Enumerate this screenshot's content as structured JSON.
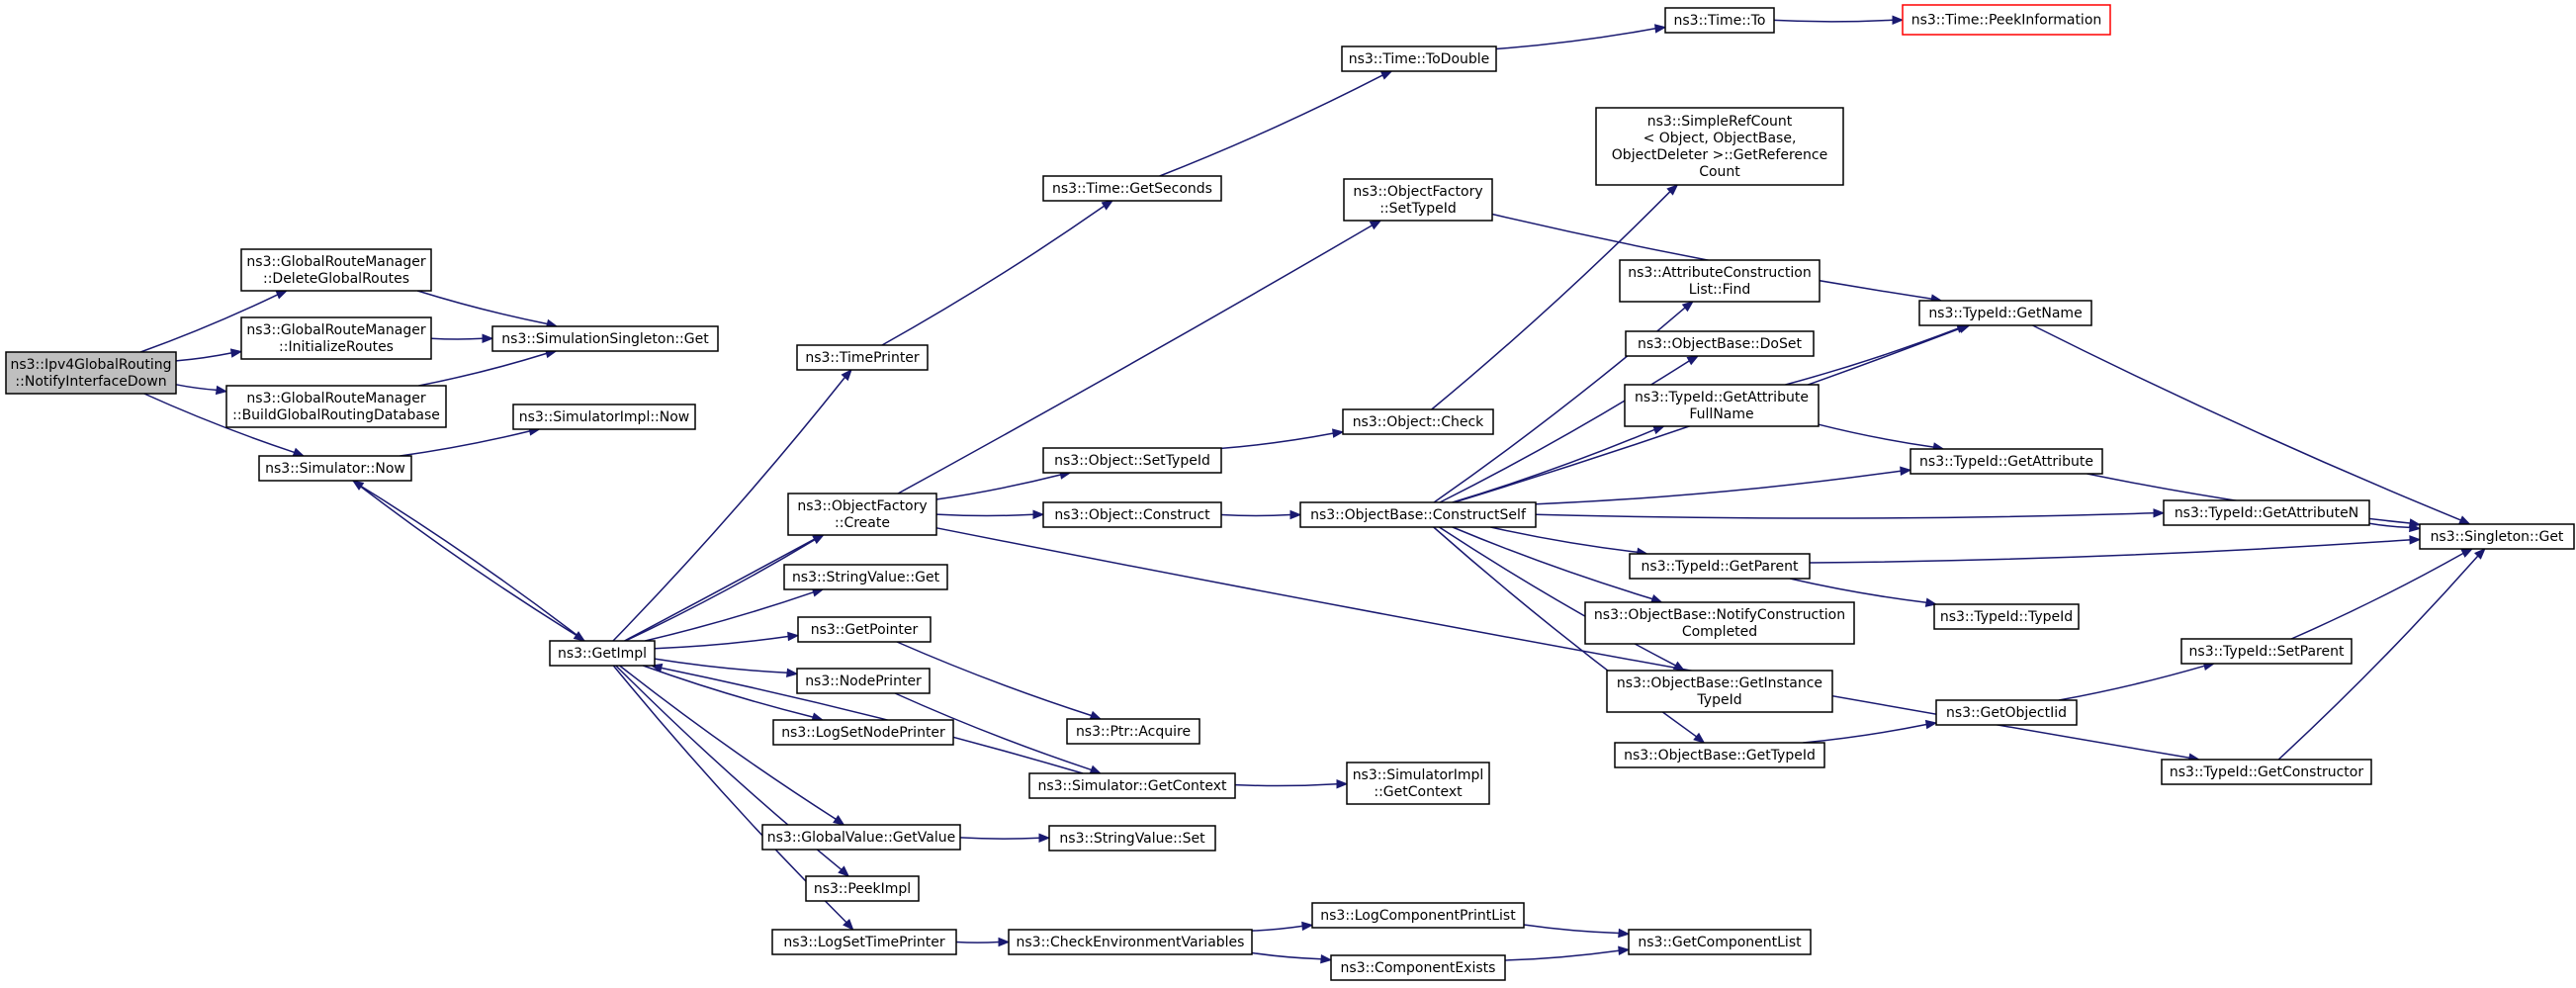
{
  "colors": {
    "edge": "#191970",
    "node_border": "#000000",
    "root_fill": "#bfbfbf",
    "missing_border": "#ff0000",
    "background": "#ffffff"
  },
  "nodes": [
    {
      "id": "root",
      "lines": [
        "ns3::Ipv4GlobalRouting",
        "::NotifyInterfaceDown"
      ],
      "style": "root"
    },
    {
      "id": "deleteGlobalRoutes",
      "lines": [
        "ns3::GlobalRouteManager",
        "::DeleteGlobalRoutes"
      ]
    },
    {
      "id": "initializeRoutes",
      "lines": [
        "ns3::GlobalRouteManager",
        "::InitializeRoutes"
      ]
    },
    {
      "id": "buildGlobalRoutingDatabase",
      "lines": [
        "ns3::GlobalRouteManager",
        "::BuildGlobalRoutingDatabase"
      ]
    },
    {
      "id": "simulatorNow",
      "lines": [
        "ns3::Simulator::Now"
      ]
    },
    {
      "id": "simSingletonGet",
      "lines": [
        "ns3::SimulationSingleton::Get"
      ]
    },
    {
      "id": "simImplNow",
      "lines": [
        "ns3::SimulatorImpl::Now"
      ]
    },
    {
      "id": "getImpl",
      "lines": [
        "ns3::GetImpl"
      ]
    },
    {
      "id": "timePrinter",
      "lines": [
        "ns3::TimePrinter"
      ]
    },
    {
      "id": "objectFactoryCreate",
      "lines": [
        "ns3::ObjectFactory",
        "::Create"
      ]
    },
    {
      "id": "stringValueGet",
      "lines": [
        "ns3::StringValue::Get"
      ]
    },
    {
      "id": "getPointer",
      "lines": [
        "ns3::GetPointer"
      ]
    },
    {
      "id": "nodePrinter",
      "lines": [
        "ns3::NodePrinter"
      ]
    },
    {
      "id": "logSetNodePrinter",
      "lines": [
        "ns3::LogSetNodePrinter"
      ]
    },
    {
      "id": "globalValueGetValue",
      "lines": [
        "ns3::GlobalValue::GetValue"
      ]
    },
    {
      "id": "peekImpl",
      "lines": [
        "ns3::PeekImpl"
      ]
    },
    {
      "id": "logSetTimePrinter",
      "lines": [
        "ns3::LogSetTimePrinter"
      ]
    },
    {
      "id": "timeGetSeconds",
      "lines": [
        "ns3::Time::GetSeconds"
      ]
    },
    {
      "id": "objectSetTypeId",
      "lines": [
        "ns3::Object::SetTypeId"
      ]
    },
    {
      "id": "objectConstruct",
      "lines": [
        "ns3::Object::Construct"
      ]
    },
    {
      "id": "ptrAcquire",
      "lines": [
        "ns3::Ptr::Acquire"
      ]
    },
    {
      "id": "simulatorGetContext",
      "lines": [
        "ns3::Simulator::GetContext"
      ]
    },
    {
      "id": "stringValueSet",
      "lines": [
        "ns3::StringValue::Set"
      ]
    },
    {
      "id": "checkEnvVars",
      "lines": [
        "ns3::CheckEnvironmentVariables"
      ]
    },
    {
      "id": "timeToDouble",
      "lines": [
        "ns3::Time::ToDouble"
      ]
    },
    {
      "id": "objectFactorySetTypeId",
      "lines": [
        "ns3::ObjectFactory",
        "::SetTypeId"
      ]
    },
    {
      "id": "objectCheck",
      "lines": [
        "ns3::Object::Check"
      ]
    },
    {
      "id": "constructSelf",
      "lines": [
        "ns3::ObjectBase::ConstructSelf"
      ]
    },
    {
      "id": "simImplGetContext",
      "lines": [
        "ns3::SimulatorImpl",
        "::GetContext"
      ]
    },
    {
      "id": "logComponentPrintList",
      "lines": [
        "ns3::LogComponentPrintList"
      ]
    },
    {
      "id": "componentExists",
      "lines": [
        "ns3::ComponentExists"
      ]
    },
    {
      "id": "timeTo",
      "lines": [
        "ns3::Time::To"
      ]
    },
    {
      "id": "simpleRefCount",
      "lines": [
        "ns3::SimpleRefCount",
        "< Object, ObjectBase,",
        " ObjectDeleter >::GetReference",
        "Count"
      ]
    },
    {
      "id": "attrConstructionListFind",
      "lines": [
        "ns3::AttributeConstruction",
        "List::Find"
      ]
    },
    {
      "id": "objectBaseDoSet",
      "lines": [
        "ns3::ObjectBase::DoSet"
      ]
    },
    {
      "id": "typeIdGetAttributeFullName",
      "lines": [
        "ns3::TypeId::GetAttribute",
        "FullName"
      ]
    },
    {
      "id": "typeIdGetParent",
      "lines": [
        "ns3::TypeId::GetParent"
      ]
    },
    {
      "id": "notifyConstructionCompleted",
      "lines": [
        "ns3::ObjectBase::NotifyConstruction",
        "Completed"
      ]
    },
    {
      "id": "getInstanceTypeId",
      "lines": [
        "ns3::ObjectBase::GetInstance",
        "TypeId"
      ]
    },
    {
      "id": "objectBaseGetTypeId",
      "lines": [
        "ns3::ObjectBase::GetTypeId"
      ]
    },
    {
      "id": "getComponentList",
      "lines": [
        "ns3::GetComponentList"
      ]
    },
    {
      "id": "timePeekInformation",
      "lines": [
        "ns3::Time::PeekInformation"
      ],
      "style": "missing"
    },
    {
      "id": "typeIdGetName",
      "lines": [
        "ns3::TypeId::GetName"
      ]
    },
    {
      "id": "typeIdGetAttribute",
      "lines": [
        "ns3::TypeId::GetAttribute"
      ]
    },
    {
      "id": "typeIdTypeId",
      "lines": [
        "ns3::TypeId::TypeId"
      ]
    },
    {
      "id": "getObjectIid",
      "lines": [
        "ns3::GetObjectIid"
      ]
    },
    {
      "id": "typeIdGetAttributeN",
      "lines": [
        "ns3::TypeId::GetAttributeN"
      ]
    },
    {
      "id": "typeIdSetParent",
      "lines": [
        "ns3::TypeId::SetParent"
      ]
    },
    {
      "id": "typeIdGetConstructor",
      "lines": [
        "ns3::TypeId::GetConstructor"
      ]
    },
    {
      "id": "singletonGet",
      "lines": [
        "ns3::Singleton::Get"
      ]
    }
  ],
  "edges": [
    [
      "root",
      "deleteGlobalRoutes"
    ],
    [
      "root",
      "initializeRoutes"
    ],
    [
      "root",
      "buildGlobalRoutingDatabase"
    ],
    [
      "root",
      "simulatorNow"
    ],
    [
      "deleteGlobalRoutes",
      "simSingletonGet"
    ],
    [
      "initializeRoutes",
      "simSingletonGet"
    ],
    [
      "buildGlobalRoutingDatabase",
      "simSingletonGet"
    ],
    [
      "simulatorNow",
      "simImplNow"
    ],
    [
      "simulatorNow",
      "getImpl"
    ],
    [
      "getImpl",
      "simulatorNow"
    ],
    [
      "getImpl",
      "timePrinter"
    ],
    [
      "getImpl",
      "objectFactoryCreate"
    ],
    [
      "getImpl",
      "stringValueGet"
    ],
    [
      "getImpl",
      "getPointer"
    ],
    [
      "getImpl",
      "nodePrinter"
    ],
    [
      "getImpl",
      "logSetNodePrinter"
    ],
    [
      "getImpl",
      "globalValueGetValue"
    ],
    [
      "getImpl",
      "peekImpl"
    ],
    [
      "getImpl",
      "logSetTimePrinter"
    ],
    [
      "getImpl",
      "objectFactorySetTypeId"
    ],
    [
      "timePrinter",
      "timeGetSeconds"
    ],
    [
      "timeGetSeconds",
      "timeToDouble"
    ],
    [
      "timeToDouble",
      "timeTo"
    ],
    [
      "timeTo",
      "timePeekInformation"
    ],
    [
      "objectFactorySetTypeId",
      "typeIdGetName"
    ],
    [
      "objectFactoryCreate",
      "objectSetTypeId"
    ],
    [
      "objectFactoryCreate",
      "objectConstruct"
    ],
    [
      "objectFactoryCreate",
      "typeIdGetConstructor"
    ],
    [
      "objectSetTypeId",
      "objectCheck"
    ],
    [
      "objectCheck",
      "simpleRefCount"
    ],
    [
      "objectConstruct",
      "constructSelf"
    ],
    [
      "getPointer",
      "ptrAcquire"
    ],
    [
      "nodePrinter",
      "simulatorGetContext"
    ],
    [
      "simulatorGetContext",
      "getImpl"
    ],
    [
      "simulatorGetContext",
      "simImplGetContext"
    ],
    [
      "globalValueGetValue",
      "stringValueSet"
    ],
    [
      "logSetTimePrinter",
      "checkEnvVars"
    ],
    [
      "checkEnvVars",
      "logComponentPrintList"
    ],
    [
      "checkEnvVars",
      "componentExists"
    ],
    [
      "logComponentPrintList",
      "getComponentList"
    ],
    [
      "componentExists",
      "getComponentList"
    ],
    [
      "constructSelf",
      "typeIdGetName"
    ],
    [
      "constructSelf",
      "attrConstructionListFind"
    ],
    [
      "constructSelf",
      "objectBaseDoSet"
    ],
    [
      "constructSelf",
      "typeIdGetAttributeFullName"
    ],
    [
      "constructSelf",
      "typeIdGetAttribute"
    ],
    [
      "constructSelf",
      "typeIdGetAttributeN"
    ],
    [
      "constructSelf",
      "typeIdGetParent"
    ],
    [
      "constructSelf",
      "notifyConstructionCompleted"
    ],
    [
      "constructSelf",
      "getInstanceTypeId"
    ],
    [
      "constructSelf",
      "objectBaseGetTypeId"
    ],
    [
      "typeIdGetAttributeFullName",
      "typeIdGetName"
    ],
    [
      "typeIdGetAttributeFullName",
      "typeIdGetAttribute"
    ],
    [
      "typeIdGetName",
      "singletonGet"
    ],
    [
      "typeIdGetAttribute",
      "singletonGet"
    ],
    [
      "typeIdGetAttributeN",
      "singletonGet"
    ],
    [
      "typeIdGetParent",
      "singletonGet"
    ],
    [
      "typeIdGetParent",
      "typeIdTypeId"
    ],
    [
      "objectBaseGetTypeId",
      "getObjectIid"
    ],
    [
      "getObjectIid",
      "typeIdSetParent"
    ],
    [
      "typeIdSetParent",
      "singletonGet"
    ],
    [
      "typeIdGetConstructor",
      "singletonGet"
    ]
  ]
}
